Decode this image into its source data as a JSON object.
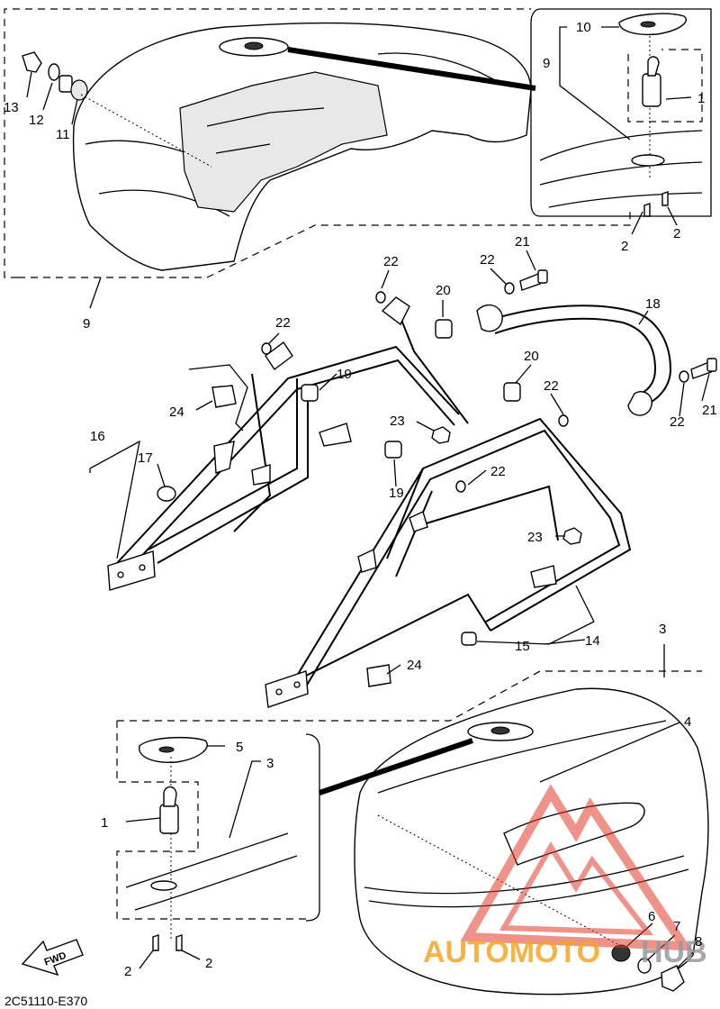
{
  "diagram_code": "2C51110-E370",
  "fwd_label": "FWD",
  "watermark": {
    "text_left": "AUTOMOTO",
    "text_right": "HUB",
    "color_orange": "#f5a623",
    "color_gray": "#9a9a9a",
    "color_red": "#e23a2a"
  },
  "callouts": {
    "c1a": "1",
    "c1b": "1",
    "c2a": "2",
    "c2b": "2",
    "c2c": "2",
    "c2d": "2",
    "c3a": "3",
    "c3b": "3",
    "c4": "4",
    "c5": "5",
    "c6": "6",
    "c7": "7",
    "c8": "8",
    "c9a": "9",
    "c9b": "9",
    "c10": "10",
    "c11": "11",
    "c12": "12",
    "c13": "13",
    "c14": "14",
    "c15": "15",
    "c16": "16",
    "c17": "17",
    "c18": "18",
    "c19a": "19",
    "c19b": "19",
    "c20a": "20",
    "c20b": "20",
    "c21a": "21",
    "c21b": "21",
    "c22a": "22",
    "c22b": "22",
    "c22c": "22",
    "c22d": "22",
    "c22e": "22",
    "c22f": "22",
    "c23a": "23",
    "c23b": "23",
    "c24a": "24",
    "c24b": "24"
  }
}
